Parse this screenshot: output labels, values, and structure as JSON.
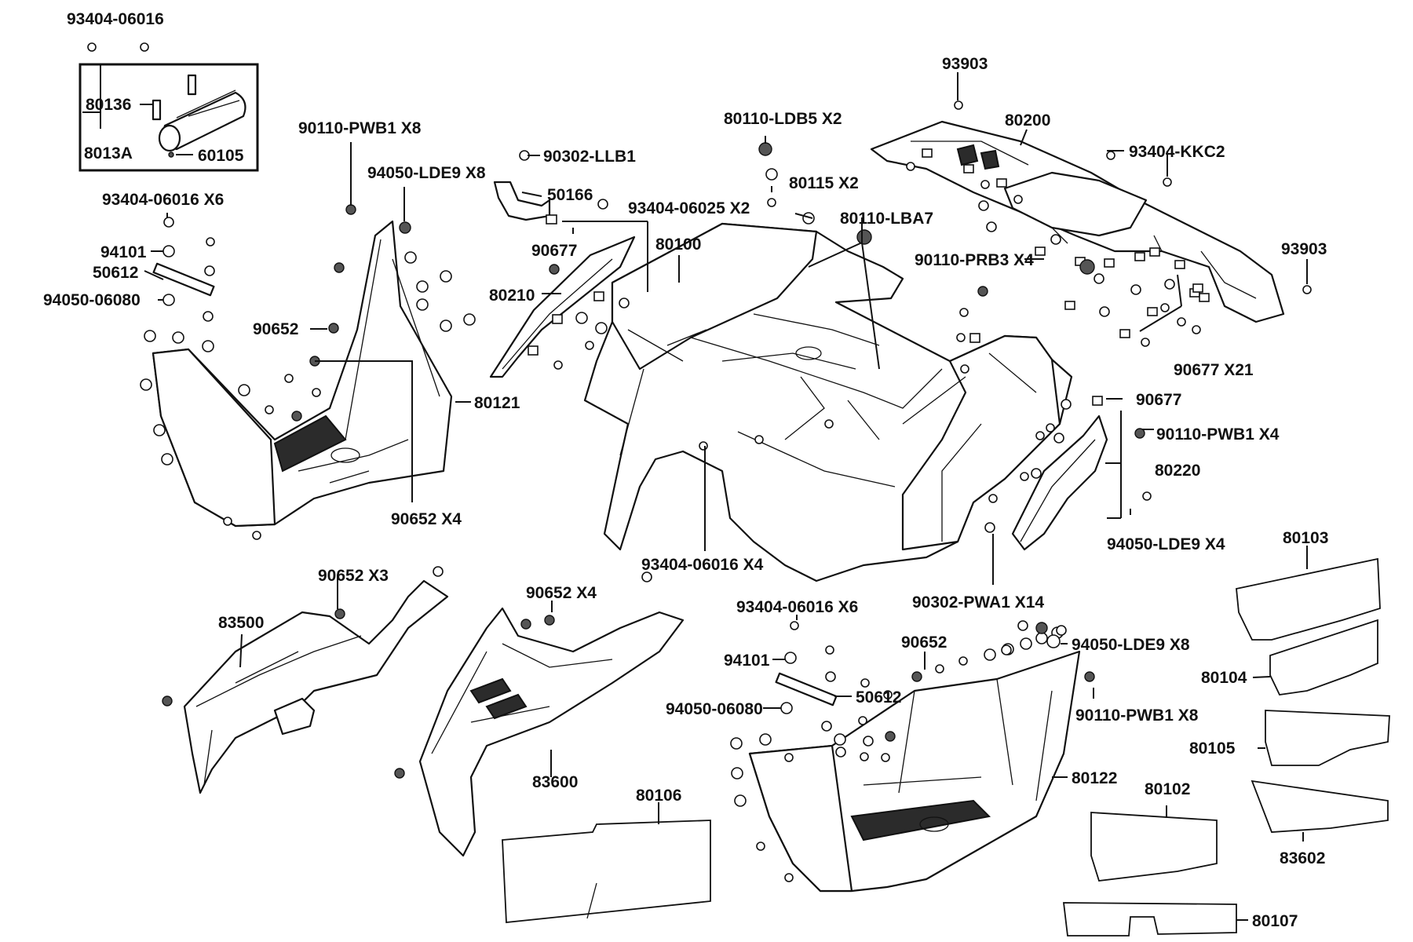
{
  "labels": {
    "l_93404_06016_top": "93404-06016",
    "l_80136": "80136",
    "l_8013A": "8013A",
    "l_60105": "60105",
    "l_90110_PWB1_X8_a": "90110-PWB1 X8",
    "l_94050_LDE9_X8_a": "94050-LDE9 X8",
    "l_93404_06016_X6_a": "93404-06016 X6",
    "l_94101_a": "94101",
    "l_50612_a": "50612",
    "l_94050_06080_a": "94050-06080",
    "l_90652_a": "90652",
    "l_80121": "80121",
    "l_90652_X4_a": "90652  X4",
    "l_90302_LLB1": "90302-LLB1",
    "l_50166": "50166",
    "l_90677_a": "90677",
    "l_80210": "80210",
    "l_80110_LDB5_X2": "80110-LDB5  X2",
    "l_80115_X2": "80115  X2",
    "l_93404_06025_X2": "93404-06025 X2",
    "l_80110_LBA7": "80110-LBA7",
    "l_80100": "80100",
    "l_93903_a": "93903",
    "l_80200": "80200",
    "l_93404_KKC2": "93404-KKC2",
    "l_90110_PRB3_X4": "90110-PRB3  X4",
    "l_93903_b": "93903",
    "l_90677_X21": "90677  X21",
    "l_90677_b": "90677",
    "l_90110_PWB1_X4": "90110-PWB1 X4",
    "l_80220": "80220",
    "l_94050_LDE9_X4": "94050-LDE9 X4",
    "l_93404_06016_X4": "93404-06016 X4",
    "l_90302_PWA1_X14": "90302-PWA1 X14",
    "l_80103": "80103",
    "l_90652_X3": "90652  X3",
    "l_83500": "83500",
    "l_90652_X4_b": "90652  X4",
    "l_83600": "83600",
    "l_93404_06016_X6_b": "93404-06016 X6",
    "l_90652_b": "90652",
    "l_94050_LDE9_X8_b": "94050-LDE9 X8",
    "l_80104": "80104",
    "l_94101_b": "94101",
    "l_90110_PWB1_X8_b": "90110-PWB1 X8",
    "l_50612_b": "50612",
    "l_94050_06080_b": "94050-06080",
    "l_80105": "80105",
    "l_80106": "80106",
    "l_80122": "80122",
    "l_80102": "80102",
    "l_83602": "83602",
    "l_80107": "80107"
  }
}
